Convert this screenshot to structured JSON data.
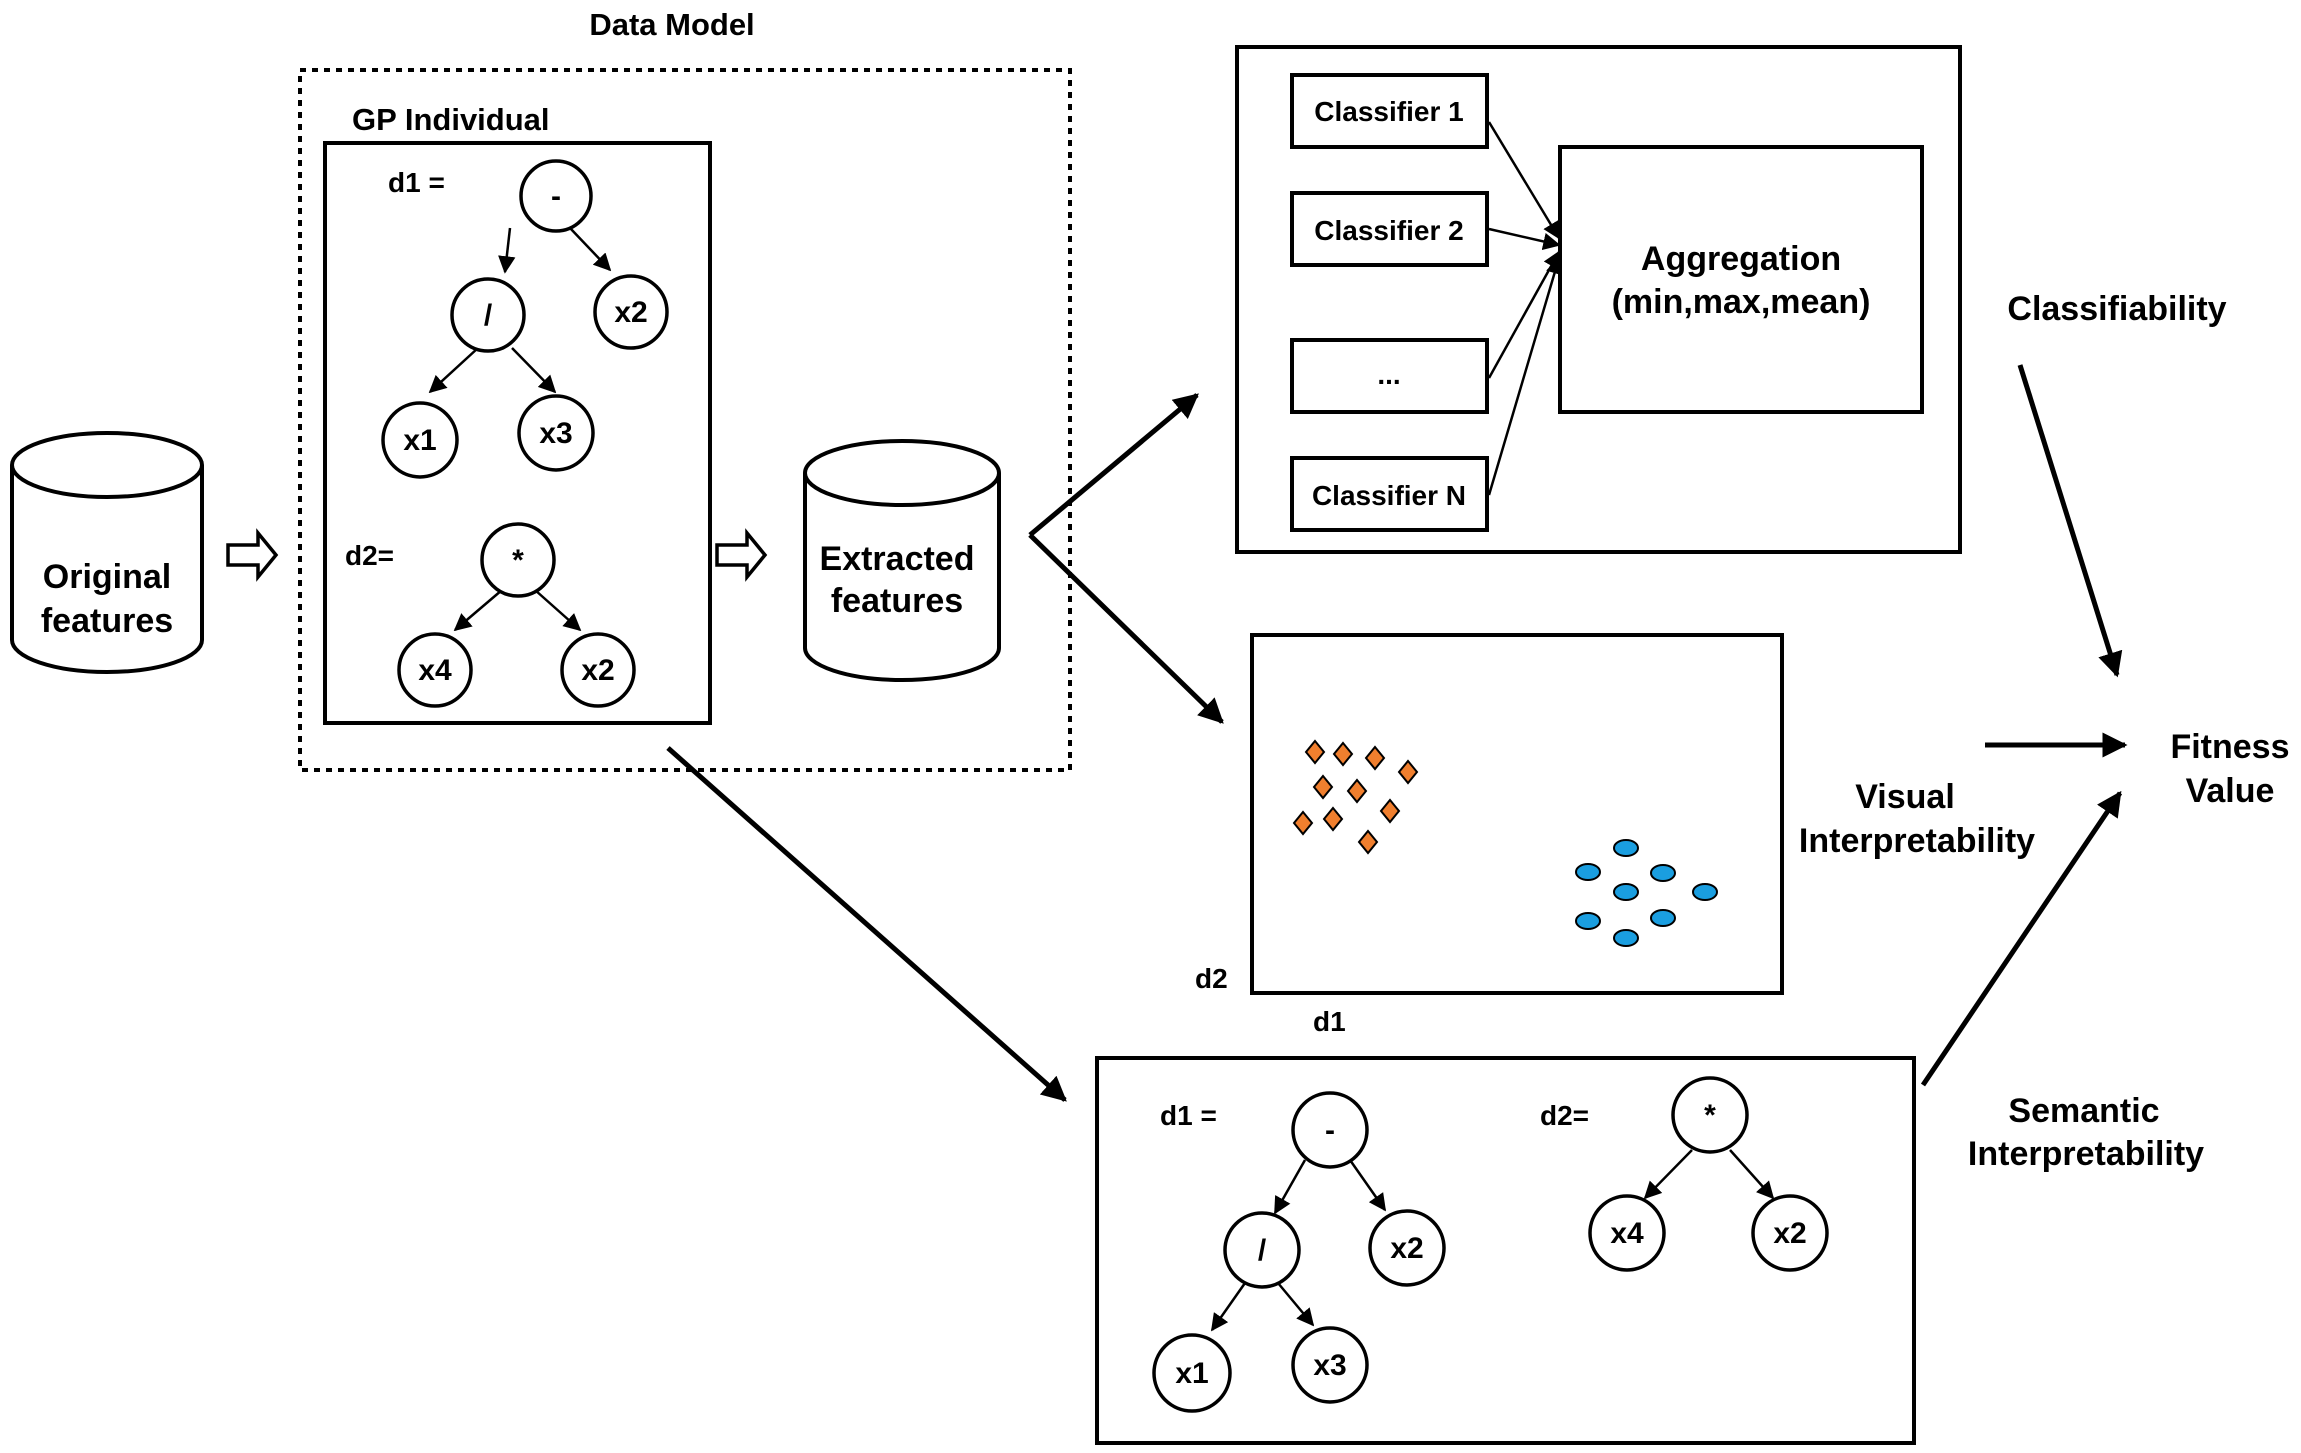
{
  "labels": {
    "data_model": "Data Model",
    "gp_individual": "GP Individual",
    "d1_eq": "d1 =",
    "d2_eq": "d2=",
    "original_line1": "Original",
    "original_line2": "features",
    "extracted_line1": "Extracted",
    "extracted_line2": "features",
    "classifier_1": "Classifier 1",
    "classifier_2": "Classifier 2",
    "classifier_ellipsis": "...",
    "classifier_n": "Classifier N",
    "aggregation_line1": "Aggregation",
    "aggregation_line2": "(min,max,mean)",
    "classifiability": "Classifiability",
    "visual_line1": "Visual",
    "visual_line2": "Interpretability",
    "semantic_line1": "Semantic",
    "semantic_line2": "Interpretability",
    "fitness_line1": "Fitness",
    "fitness_line2": "Value",
    "axis_d2": "d2",
    "axis_d1": "d1"
  },
  "trees": {
    "d1": {
      "root": "-",
      "left_op": "/",
      "right_leaf": "x2",
      "ll": "x1",
      "lr": "x3"
    },
    "d2": {
      "root": "*",
      "left": "x4",
      "right": "x2"
    }
  },
  "colors": {
    "orange_class": "#f07f2e",
    "blue_class": "#1a9ee0"
  }
}
